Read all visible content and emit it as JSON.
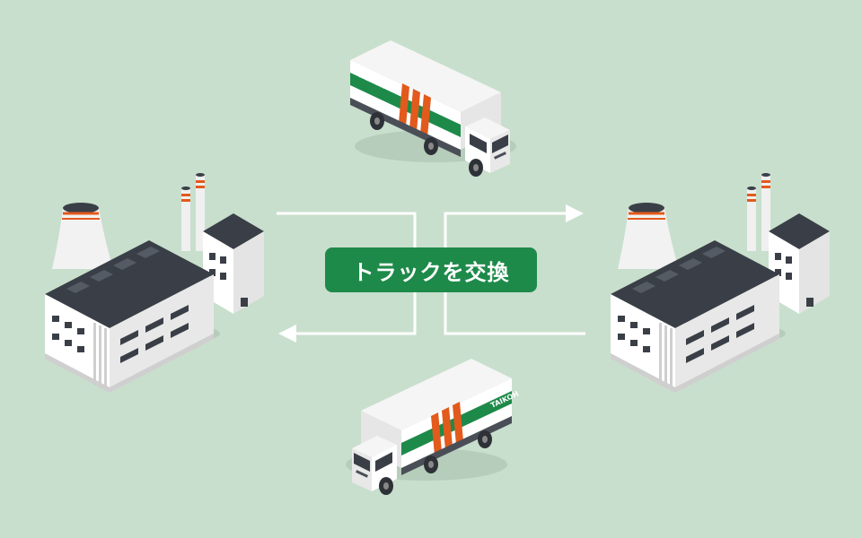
{
  "center_label": "トラックを交換",
  "truck_brand": "TAIKOH",
  "colors": {
    "background": "#c8dfcd",
    "label_bg": "#1e8a4a",
    "label_text": "#ffffff",
    "brand_green": "#1e8a4a",
    "brand_orange": "#e25a1c",
    "arrow": "#ffffff"
  },
  "illustrations": [
    "factory-left",
    "factory-right",
    "truck-top",
    "truck-bottom"
  ]
}
